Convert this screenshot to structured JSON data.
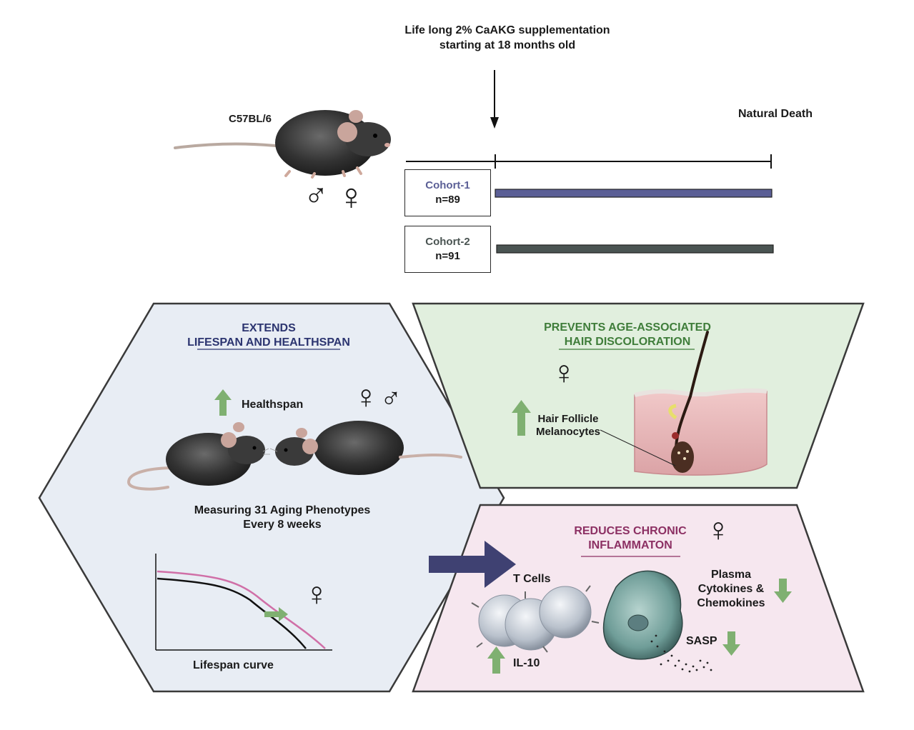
{
  "header": {
    "line1": "Life long 2% CaAKG supplementation",
    "line2": "starting at 18 months old"
  },
  "strain": "C57BL/6",
  "end_label": "Natural Death",
  "cohorts": [
    {
      "name": "Cohort-1",
      "n": "n=89",
      "color": "#5b5f96"
    },
    {
      "name": "Cohort-2",
      "n": "n=91",
      "color": "#4a5452"
    }
  ],
  "symbols": {
    "male": "♂",
    "female": "♀"
  },
  "panels": {
    "lifespan": {
      "title_line1": "EXTENDS",
      "title_line2": "LIFESPAN AND HEALTHSPAN",
      "title_color": "#2c3570",
      "bg": "#e8edf4",
      "healthspan": "Healthspan",
      "measure_line1": "Measuring 31 Aging Phenotypes",
      "measure_line2": "Every 8 weeks",
      "curve_label": "Lifespan curve"
    },
    "hair": {
      "title_line1": "PREVENTS AGE-ASSOCIATED",
      "title_line2": "HAIR DISCOLORATION",
      "title_color": "#3f7d3a",
      "bg": "#e1efde",
      "label_line1": "Hair Follicle",
      "label_line2": "Melanocytes"
    },
    "inflammation": {
      "title_line1": "REDUCES CHRONIC",
      "title_line2": "INFLAMMATON",
      "title_color": "#8c3063",
      "bg": "#f6e7ef",
      "tcells": "T Cells",
      "il10": "IL-10",
      "plasma_line1": "Plasma",
      "plasma_line2": "Cytokines &",
      "plasma_line3": "Chemokines",
      "sasp": "SASP"
    }
  },
  "colors": {
    "up_arrow": "#7fb071",
    "down_arrow": "#7fb071",
    "big_arrow": "#3f4172",
    "curve_treated": "#d06fa7",
    "curve_control": "#111111"
  }
}
